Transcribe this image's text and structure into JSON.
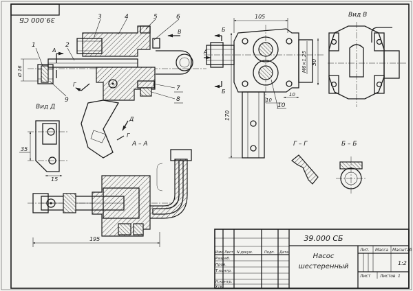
{
  "drawing": {
    "code": "39.000 СБ",
    "code_mirrored": "39.000 СБ",
    "title_line1": "Насос",
    "title_line2": "шестеренный",
    "scale": "1:2"
  },
  "title_block": {
    "col_headers": [
      "Изм.",
      "Лист",
      "N докум.",
      "Подп.",
      "Дата"
    ],
    "row_labels": [
      "Разраб.",
      "Пров.",
      "Т.контр.",
      "Н.контр.",
      "Утв."
    ],
    "lit_label": "Лит.",
    "mass_label": "Масса",
    "scale_label": "Масштаб",
    "sheet_label": "Лист",
    "sheets_label": "Листов",
    "sheets_count": "1"
  },
  "views": {
    "view_b": "Вид В",
    "view_d": "Вид Д",
    "section_aa": "А – А",
    "section_gg": "Г – Г",
    "section_bb": "Б – Б"
  },
  "letters": {
    "A": "А",
    "B": "Б",
    "V": "В",
    "G": "Г",
    "D": "Д"
  },
  "callouts": [
    "1",
    "2",
    "3",
    "4",
    "5",
    "6",
    "7",
    "8",
    "9",
    "10"
  ],
  "dimensions": {
    "d_105": "105",
    "d_50": "50",
    "d_thread": "M6×1,25",
    "d_10": "10",
    "d_170": "170",
    "d_35": "35",
    "d_15": "15",
    "d_195": "195",
    "d_phi": "Ø 16"
  }
}
